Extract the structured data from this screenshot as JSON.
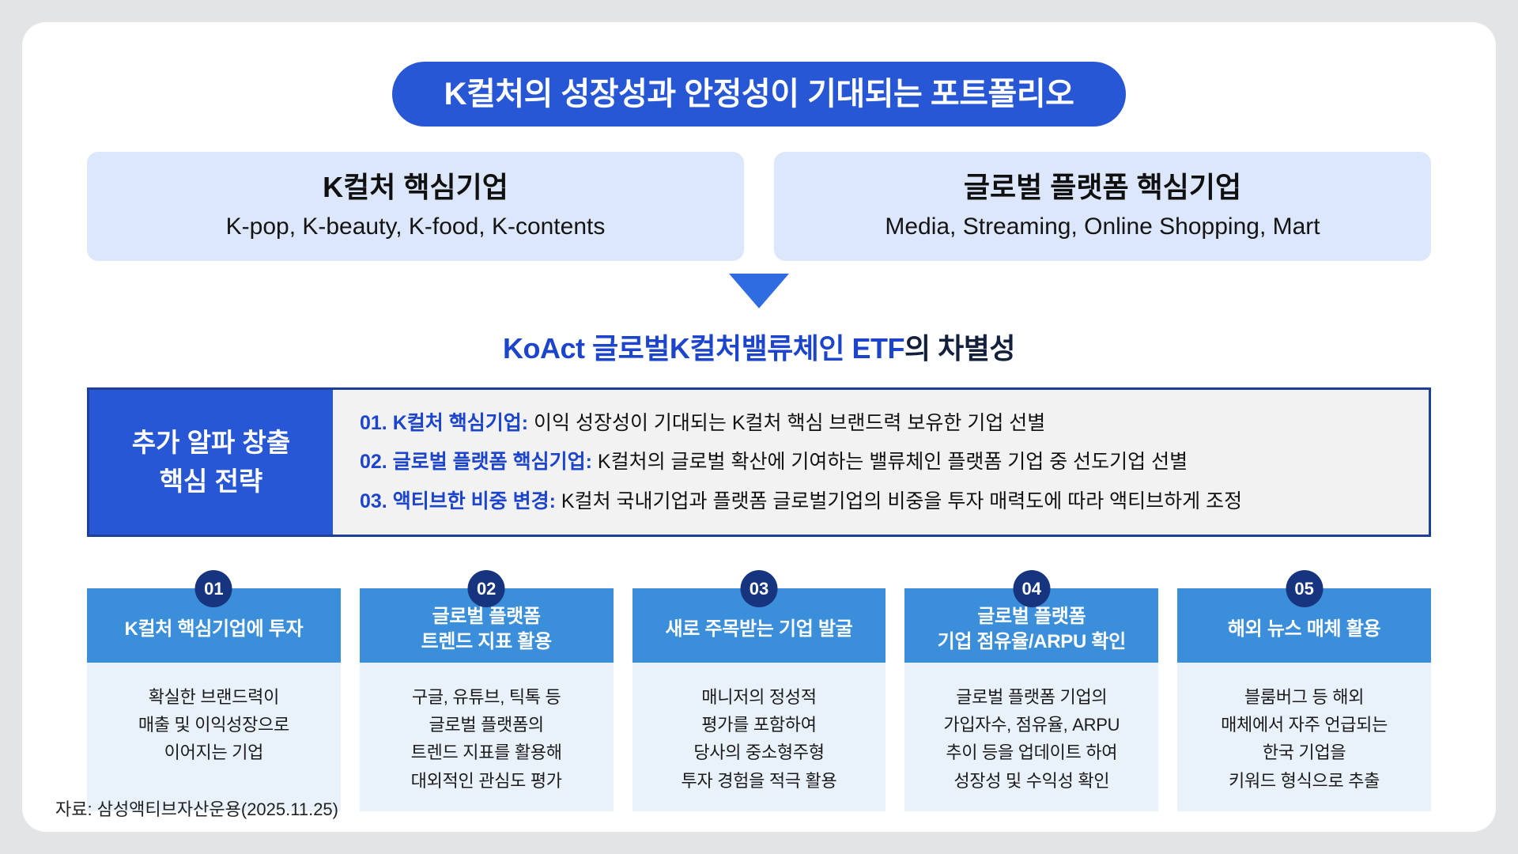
{
  "header": {
    "title": "K컬처의 성장성과 안정성이 기대되는 포트폴리오"
  },
  "portfolio_boxes": [
    {
      "title": "K컬처 핵심기업",
      "subtitle": "K-pop, K-beauty, K-food, K-contents"
    },
    {
      "title": "글로벌 플랫폼 핵심기업",
      "subtitle": "Media, Streaming, Online Shopping, Mart"
    }
  ],
  "section_title": {
    "highlight": "KoAct 글로벌K컬처밸류체인 ETF",
    "rest": "의 차별성"
  },
  "strategy": {
    "label": "추가 알파 창출\n핵심 전략",
    "items": [
      {
        "label": "01. K컬처 핵심기업:",
        "text": "이익 성장성이 기대되는 K컬처 핵심 브랜드력 보유한 기업 선별"
      },
      {
        "label": "02. 글로벌 플랫폼 핵심기업:",
        "text": "K컬처의 글로벌 확산에 기여하는 밸류체인 플랫폼 기업 중 선도기업 선별"
      },
      {
        "label": "03. 액티브한 비중 변경:",
        "text": "K컬처 국내기업과 플랫폼 글로벌기업의 비중을 투자 매력도에 따라 액티브하게 조정"
      }
    ]
  },
  "cards": [
    {
      "number": "01",
      "title": "K컬처 핵심기업에 투자",
      "body": "확실한 브랜드력이\n매출 및 이익성장으로\n이어지는 기업"
    },
    {
      "number": "02",
      "title": "글로벌 플랫폼\n트렌드 지표 활용",
      "body": "구글, 유튜브, 틱톡 등\n글로벌 플랫폼의\n트렌드 지표를 활용해\n대외적인 관심도 평가"
    },
    {
      "number": "03",
      "title": "새로 주목받는 기업 발굴",
      "body": "매니저의 정성적\n평가를 포함하여\n당사의 중소형주형\n투자 경험을 적극 활용"
    },
    {
      "number": "04",
      "title": "글로벌 플랫폼\n기업 점유율/ARPU 확인",
      "body": "글로벌 플랫폼 기업의\n가입자수, 점유율, ARPU\n추이 등을 업데이트 하여\n성장성 및 수익성 확인"
    },
    {
      "number": "05",
      "title": "해외 뉴스 매체 활용",
      "body": "블룸버그 등 해외\n매체에서 자주 언급되는\n한국 기업을\n키워드 형식으로 추출"
    }
  ],
  "footer": {
    "source": "자료: 삼성액티브자산운용(2025.11.25)"
  },
  "colors": {
    "accent_blue": "#2857d6",
    "arrow_blue": "#2f6ce2",
    "sky_blue": "#3b8ed9",
    "deep_navy": "#17357e",
    "border_navy": "#1d3f97",
    "link_blue": "#1c45cc",
    "pale_blue": "#dce7fb",
    "body_blue": "#e9f2fa",
    "box_gray": "#f2f2f3",
    "page_bg": "#e3e4e6"
  }
}
